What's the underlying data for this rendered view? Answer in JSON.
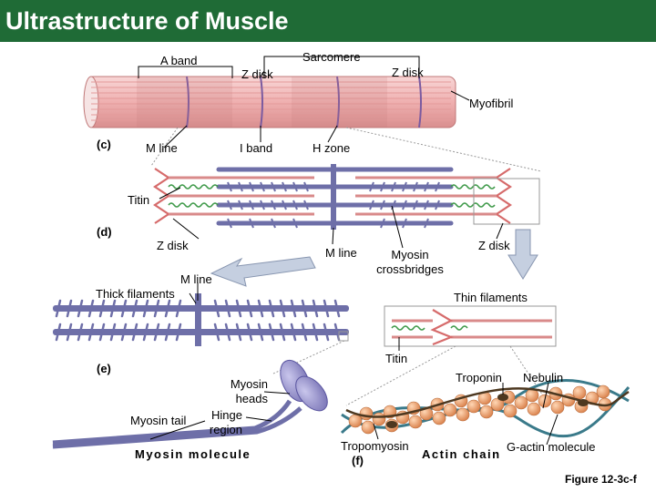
{
  "title": "Ultrastructure of Muscle",
  "labels": {
    "sarcomere": "Sarcomere",
    "a_band": "A band",
    "z_disk_top_left": "Z disk",
    "z_disk_top_right": "Z disk",
    "myofibril": "Myofibril",
    "panel_c": "(c)",
    "m_line_c": "M line",
    "i_band": "I band",
    "h_zone": "H zone",
    "titin_d": "Titin",
    "panel_d": "(d)",
    "z_disk_d_left": "Z disk",
    "m_line_d": "M line",
    "myosin_crossbridges": "Myosin crossbridges",
    "z_disk_d_right": "Z disk",
    "m_line_e": "M line",
    "thick_filaments": "Thick filaments",
    "thin_filaments": "Thin filaments",
    "titin_e": "Titin",
    "panel_e": "(e)",
    "myosin_heads": "Myosin heads",
    "hinge_region": "Hinge region",
    "myosin_tail": "Myosin tail",
    "myosin_molecule": "Myosin molecule",
    "troponin": "Troponin",
    "nebulin": "Nebulin",
    "g_actin_molecule": "G-actin molecule",
    "tropomyosin": "Tropomyosin",
    "actin_chain": "Actin chain",
    "panel_f": "(f)",
    "figure_caption": "Figure 12-3c-f"
  },
  "colors": {
    "title_bar": "#1f6b36",
    "myofibril_pink": "#f2b8b8",
    "thick_filament": "#6e6fa8",
    "thin_filament": "#d98a8a",
    "titin_green": "#3f9a4a",
    "arrow_gray": "#b8c4d8",
    "g_actin": "#f0a070",
    "troponin": "#4d3820",
    "tropomyosin": "#3a7a8a"
  }
}
